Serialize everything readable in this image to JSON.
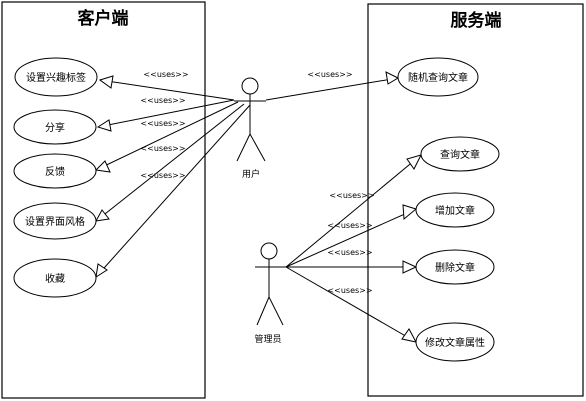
{
  "client": {
    "title": "客户端",
    "use_cases": [
      "设置兴趣标签",
      "分享",
      "反馈",
      "设置界面风格",
      "收藏"
    ]
  },
  "server": {
    "title": "服务端",
    "use_cases": [
      "随机查询文章",
      "查询文章",
      "增加文章",
      "删除文章",
      "修改文章属性"
    ]
  },
  "actors": {
    "user": "用户",
    "admin": "管理员"
  },
  "relation_label": "<<uses>>"
}
